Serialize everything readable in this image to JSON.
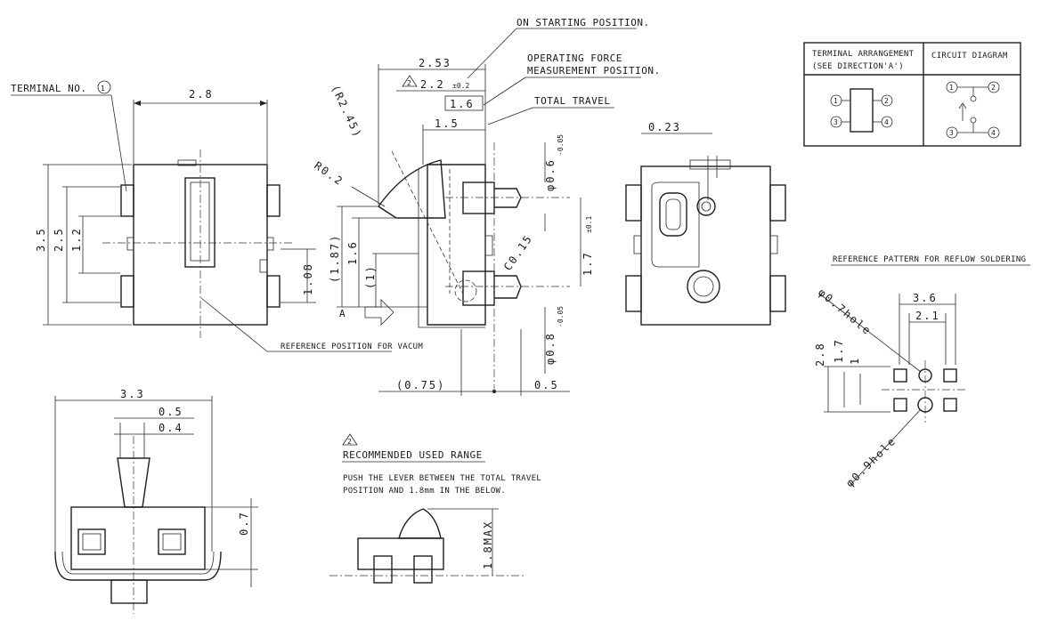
{
  "labels": {
    "terminal_no": "TERMINAL NO.",
    "terminal_no_num": "1",
    "on_starting": "ON STARTING POSITION.",
    "operating_force_1": "OPERATING FORCE",
    "operating_force_2": "MEASUREMENT POSITION.",
    "total_travel": "TOTAL TRAVEL",
    "reference_vacuum": "REFERENCE POSITION FOR VACUM",
    "arrow_a": "A",
    "recommended_title": "RECOMMENDED USED RANGE",
    "recommended_note_1": "PUSH THE LEVER BETWEEN THE TOTAL TRAVEL",
    "recommended_note_2": "POSITION AND 1.8mm IN THE BELOW.",
    "reflow_title": "REFERENCE PATTERN FOR REFLOW SOLDERING",
    "hole_07": "φ0.7hole",
    "hole_09": "φ0.9hole",
    "rev_mark": "2"
  },
  "table": {
    "col1_line1": "TERMINAL ARRANGEMENT",
    "col1_line2": "(SEE DIRECTION'A')",
    "col2": "CIRCUIT DIAGRAM",
    "pins": [
      "1",
      "2",
      "3",
      "4"
    ]
  },
  "dims": {
    "d2_8": "2.8",
    "d3_5": "3.5",
    "d2_5": "2.5",
    "d1_2": "1.2",
    "d1_08": "1.08",
    "d2_53": "2.53",
    "d2_2": "2.2",
    "d2_2_tol": "±0.2",
    "d1_6_box": "1.6",
    "d1_5": "1.5",
    "r2_45": "(R2.45)",
    "r0_2": "R0.2",
    "d1_87": "(1.87)",
    "d1_6": "1.6",
    "d1": "(1)",
    "phi06": "φ0.6",
    "phi06_tol": "-0.05",
    "c015": "C0.15",
    "d1_7": "1.7",
    "d1_7_tol": "±0.1",
    "phi08": "φ0.8",
    "phi08_tol": "-0.05",
    "d0_75": "(0.75)",
    "d0_5_side": "0.5",
    "d0_23": "0.23",
    "d3_3": "3.3",
    "d0_5": "0.5",
    "d0_4": "0.4",
    "d0_7": "0.7",
    "d1_8max": "1.8MAX",
    "p3_6": "3.6",
    "p2_1": "2.1",
    "p2_8": "2.8",
    "p1_7": "1.7",
    "p1": "1"
  }
}
